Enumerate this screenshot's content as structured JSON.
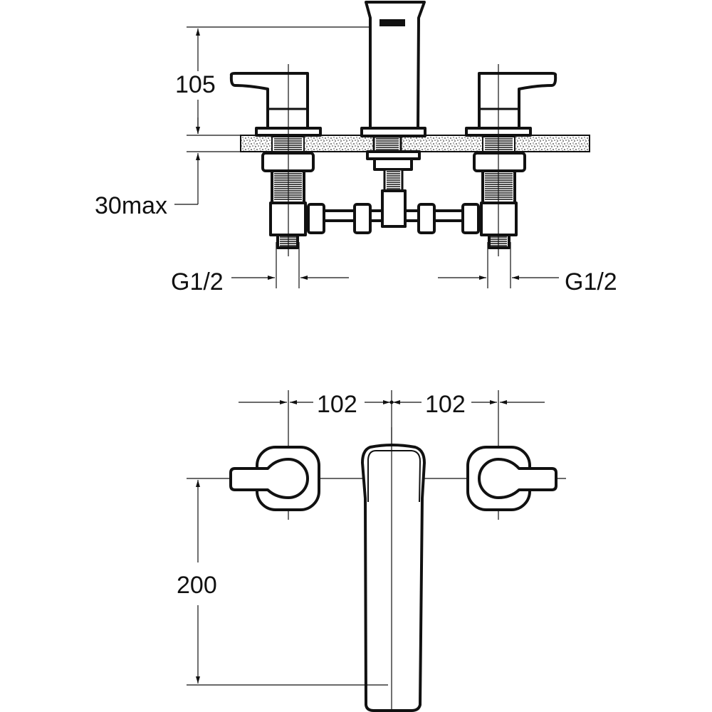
{
  "drawing": {
    "side_view": {
      "height_label": "105",
      "deck_thickness_label": "30max",
      "left_connection_label": "G1/2",
      "right_connection_label": "G1/2"
    },
    "top_view": {
      "left_spacing_label": "102",
      "right_spacing_label": "102",
      "spout_reach_label": "200"
    }
  }
}
